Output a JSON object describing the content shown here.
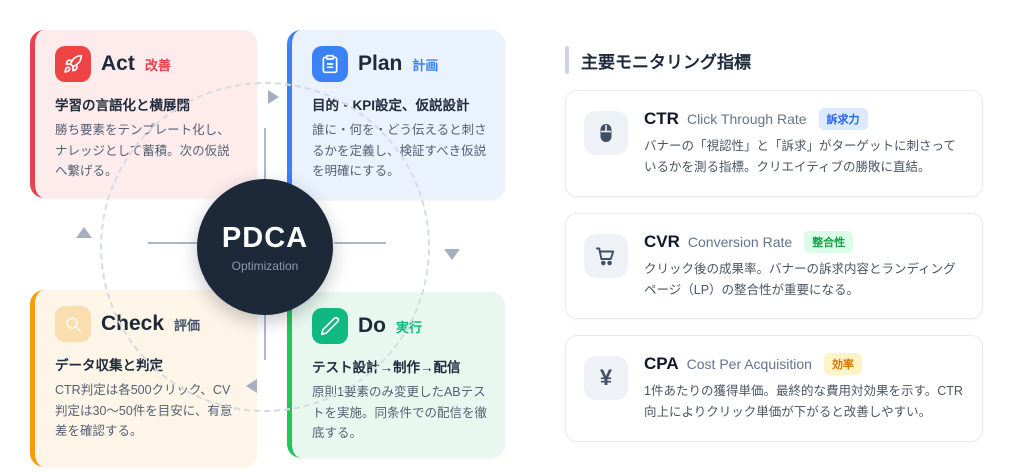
{
  "diagram": {
    "center": {
      "title": "PDCA",
      "subtitle": "Optimization"
    },
    "quadrants": [
      {
        "key": "act",
        "title": "Act",
        "tag": "改善",
        "heading": "学習の言語化と横展開",
        "body": "勝ち要素をテンプレート化し、ナレッジとして蓄積。次の仮説へ繋げる。",
        "accent": "#e8414b",
        "icon": "rocket-icon"
      },
      {
        "key": "plan",
        "title": "Plan",
        "tag": "計画",
        "heading": "目的・KPI設定、仮説設計",
        "body": "誰に・何を・どう伝えると刺さるかを定義し、検証すべき仮説を明確にする。",
        "accent": "#3b82f6",
        "icon": "clipboard-icon"
      },
      {
        "key": "check",
        "title": "Check",
        "tag": "評価",
        "heading": "データ収集と判定",
        "body": "CTR判定は各500クリック、CV判定は30～50件を目安に、有意差を確認する。",
        "accent": "#f59e0b",
        "icon": "magnifier-icon"
      },
      {
        "key": "do",
        "title": "Do",
        "tag": "実行",
        "heading": "テスト設計→制作→配信",
        "body": "原則1要素のみ変更したABテストを実施。同条件での配信を徹底する。",
        "accent": "#10b981",
        "icon": "brush-icon"
      }
    ]
  },
  "panel": {
    "title": "主要モニタリング指標",
    "metrics": [
      {
        "acronym": "CTR",
        "name": "Click Through Rate",
        "badge": "訴求力",
        "badge_bg": "#dbeafe",
        "badge_color": "#2563eb",
        "icon": "mouse-icon",
        "desc": "バナーの「視認性」と「訴求」がターゲットに刺さっているかを測る指標。クリエイティブの勝敗に直結。"
      },
      {
        "acronym": "CVR",
        "name": "Conversion Rate",
        "badge": "整合性",
        "badge_bg": "#dcfce7",
        "badge_color": "#16a34a",
        "icon": "cart-icon",
        "desc": "クリック後の成果率。バナーの訴求内容とランディングページ（LP）の整合性が重要になる。"
      },
      {
        "acronym": "CPA",
        "name": "Cost Per Acquisition",
        "badge": "効率",
        "badge_bg": "#fef3c7",
        "badge_color": "#d97706",
        "icon": "yen-icon",
        "glyph": "¥",
        "desc": "1件あたりの獲得単価。最終的な費用対効果を示す。CTR向上によりクリック単価が下がると改善しやすい。"
      }
    ]
  }
}
